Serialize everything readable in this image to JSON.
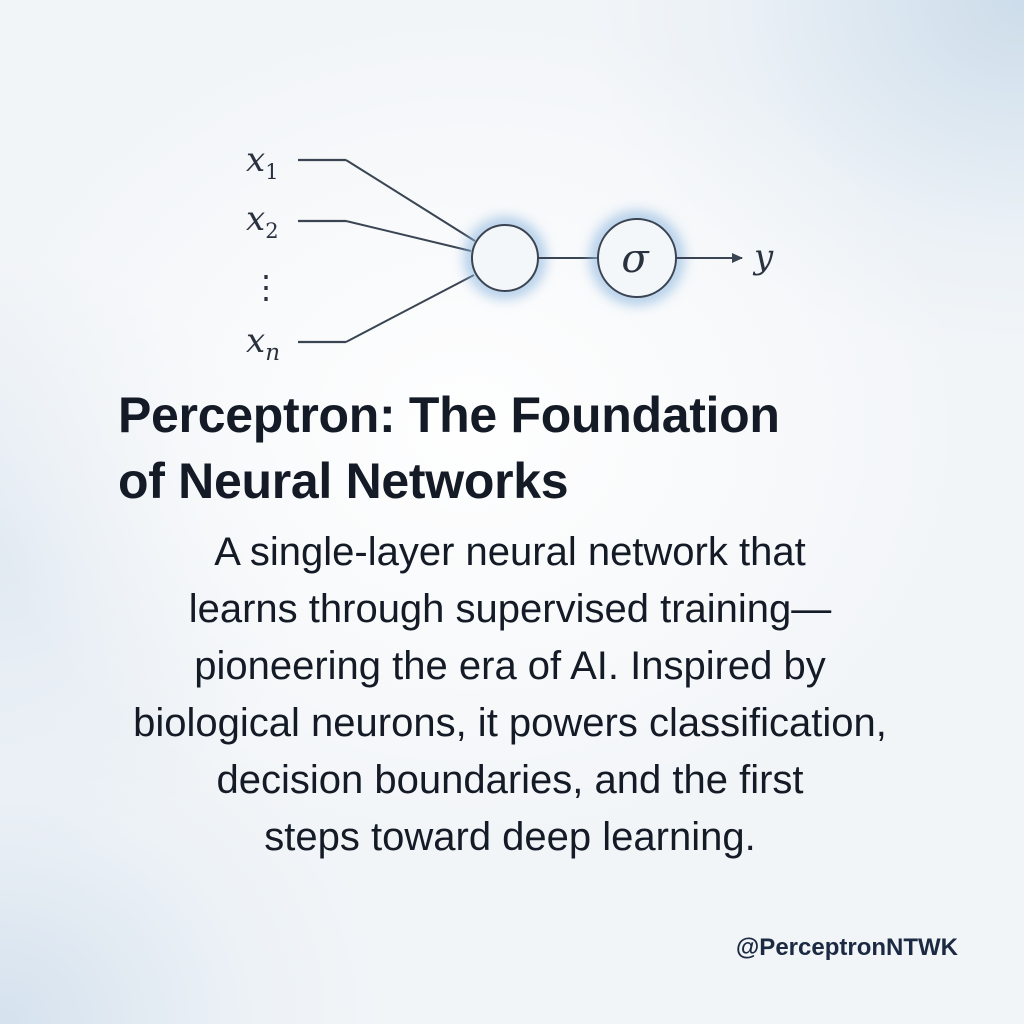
{
  "diagram": {
    "inputs": [
      {
        "base": "x",
        "sub": "1"
      },
      {
        "base": "x",
        "sub": "2"
      },
      {
        "base": "x",
        "sub": "n"
      }
    ],
    "ellipsis": "⋮",
    "activation_symbol": "σ",
    "output_label": "y",
    "accent_color": "#8fb8e0"
  },
  "title": {
    "line1": "Perceptron: The Foundation",
    "line2": "of Neural Networks"
  },
  "description": [
    "A single-layer neural network that",
    "learns through supervised training—",
    "pioneering the era of AI. Inspired by",
    "biological neurons, it powers classification,",
    "decision boundaries, and the first",
    "steps toward deep learning."
  ],
  "handle": "@PerceptronNTWK"
}
